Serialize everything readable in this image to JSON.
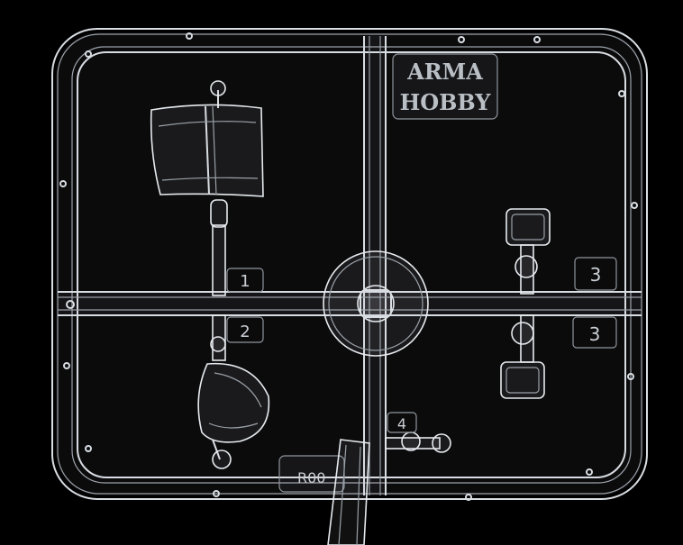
{
  "image": {
    "logo": {
      "line1": "ARMA",
      "line2": "HOBBY"
    },
    "part_numbers": {
      "p1": "1",
      "p2": "2",
      "p3a": "3",
      "p3b": "3",
      "p4": "4"
    },
    "sprue_code": "R00"
  }
}
